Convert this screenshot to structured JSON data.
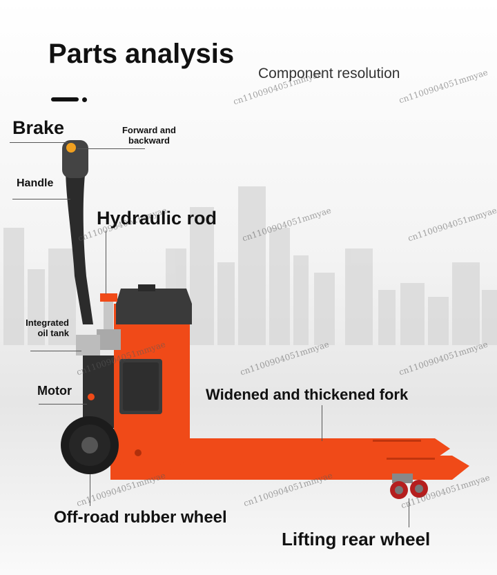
{
  "header": {
    "title": "Parts analysis",
    "subtitle": "Component resolution"
  },
  "labels": {
    "brake": "Brake",
    "forward_backward": "Forward and backward",
    "handle": "Handle",
    "hydraulic_rod": "Hydraulic rod",
    "integrated_oil_tank": "Integrated oil tank",
    "motor": "Motor",
    "fork": "Widened and thickened fork",
    "off_road_wheel": "Off-road rubber wheel",
    "rear_wheel": "Lifting rear wheel"
  },
  "watermark": "cn1100904051mmyae",
  "colors": {
    "body_orange": "#f04a18",
    "dark_gray": "#3a3a3a",
    "text": "#111111"
  }
}
